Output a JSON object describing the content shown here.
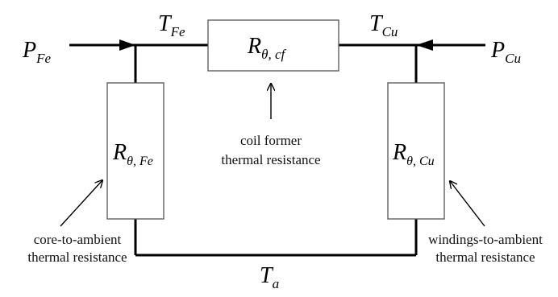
{
  "symbols": {
    "p_fe": {
      "main": "P",
      "sub": "Fe"
    },
    "t_fe": {
      "main": "T",
      "sub": "Fe"
    },
    "r_cf": {
      "main": "R",
      "sub": "θ, cf"
    },
    "t_cu": {
      "main": "T",
      "sub": "Cu"
    },
    "p_cu": {
      "main": "P",
      "sub": "Cu"
    },
    "r_fe": {
      "main": "R",
      "sub": "θ, Fe"
    },
    "r_cu": {
      "main": "R",
      "sub": "θ, Cu"
    },
    "t_a": {
      "main": "T",
      "sub": "a"
    }
  },
  "annotations": {
    "coil_former": {
      "line1": "coil former",
      "line2": "thermal resistance"
    },
    "core_ambient": {
      "line1": "core-to-ambient",
      "line2": "thermal resistance"
    },
    "windings_ambient": {
      "line1": "windings-to-ambient",
      "line2": "thermal resistance"
    }
  }
}
